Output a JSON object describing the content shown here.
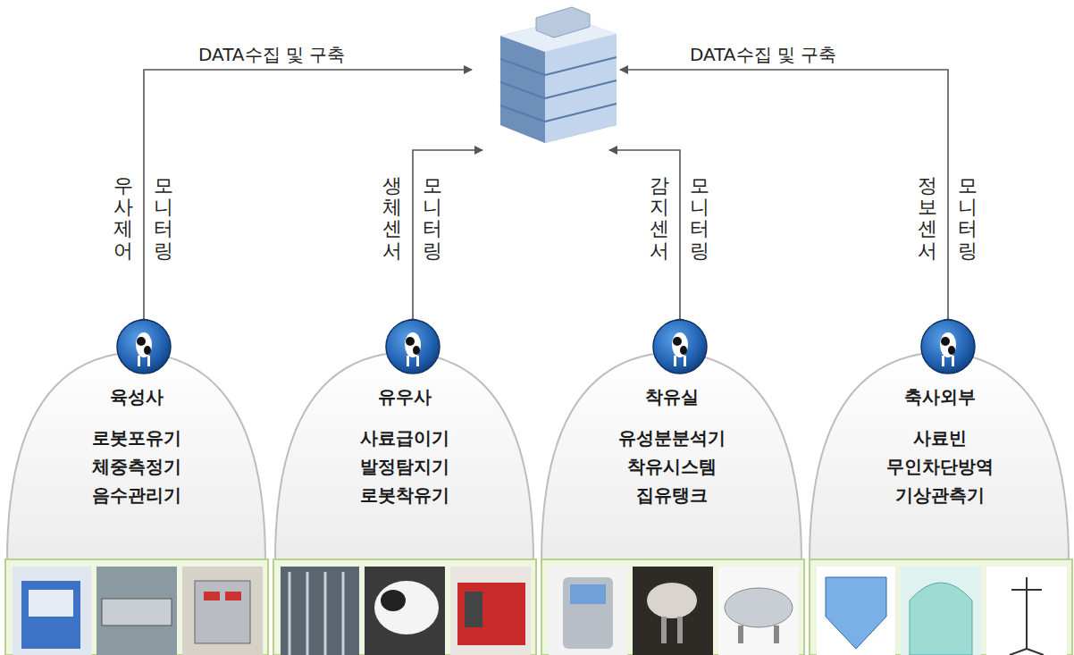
{
  "diagram": {
    "nodes": [
      {
        "text": [
          "육성사",
          "로봇포유기",
          "체중측정기",
          "음수관리기"
        ]
      },
      {
        "text": [
          "유우사",
          "사료급이기",
          "발정탐지기",
          "로봇착유기"
        ]
      },
      {
        "text": [
          "착유실",
          "유성분분석기",
          "착유시스템",
          "집유탱크"
        ]
      },
      {
        "text": [
          "축사외부",
          "사료빈",
          "무인차단방역",
          "기상관측기"
        ]
      }
    ],
    "labels": [
      "DATA수집 및 구축",
      "DATA수집 및 구축",
      "우사제어",
      "모니터링",
      "생체센서",
      "모니터링",
      "감지센서",
      "모니터링",
      "정보센서",
      "모니터링"
    ]
  }
}
